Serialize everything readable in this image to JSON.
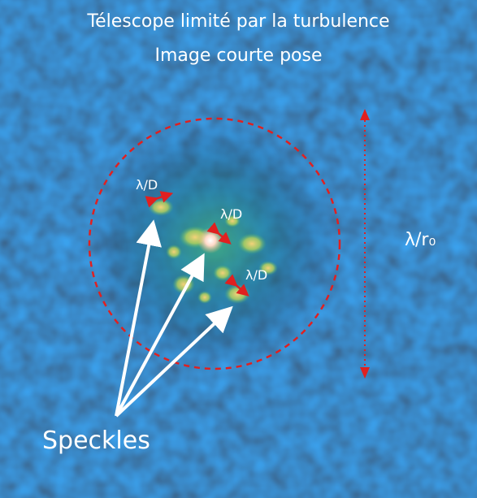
{
  "title": {
    "line1": "Télescope limité par la turbulence",
    "line2": "Image courte pose"
  },
  "annotations": {
    "speckle_size_1": "λ/D",
    "speckle_size_2": "λ/D",
    "speckle_size_3": "λ/D",
    "seeing_size": "λ/r₀",
    "speckles_label": "Speckles"
  },
  "colors": {
    "background": "#0d2440",
    "dashed_circle": "#e02020",
    "arrows": "#ffffff",
    "text": "#ffffff"
  }
}
